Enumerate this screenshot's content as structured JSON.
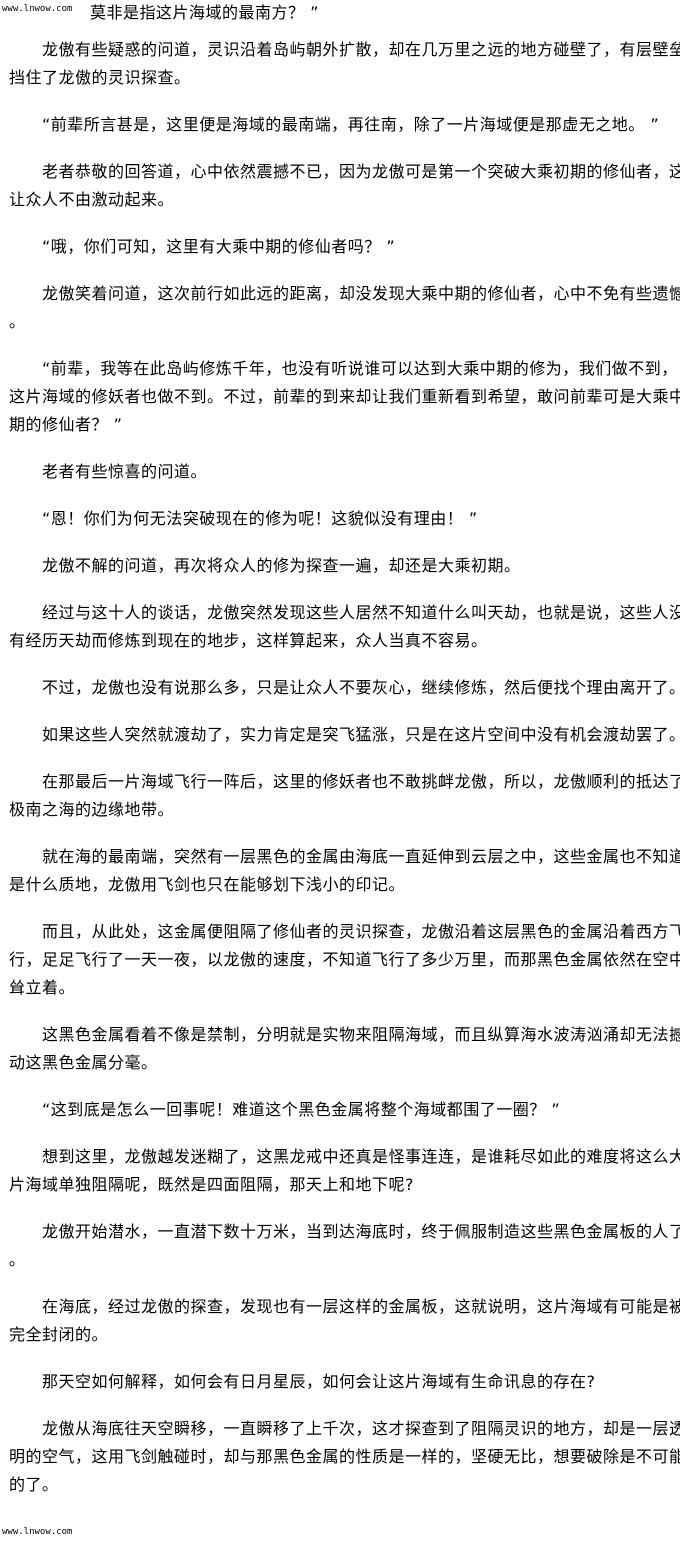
{
  "watermark": "www.lnwow.com",
  "top_line": "莫非是指这片海域的最南方？ ”",
  "paragraphs": [
    {
      "lines": [
        "龙傲有些疑惑的问道，灵识沿着岛屿朝外扩散，却在几万里之远的地方碰壁了，有层壁垒",
        "挡住了龙傲的灵识探查。"
      ]
    },
    {
      "lines": [
        "“前辈所言甚是，这里便是海域的最南端，再往南，除了一片海域便是那虚无之地。 ”"
      ]
    },
    {
      "lines": [
        "老者恭敬的回答道，心中依然震撼不已，因为龙傲可是第一个突破大乘初期的修仙者，这",
        "让众人不由激动起来。"
      ]
    },
    {
      "lines": [
        "“哦，你们可知，这里有大乘中期的修仙者吗？ ”"
      ]
    },
    {
      "lines": [
        "龙傲笑着问道，这次前行如此远的距离，却没发现大乘中期的修仙者，心中不免有些遗憾",
        "。"
      ]
    },
    {
      "lines": [
        "“前辈，我等在此岛屿修炼千年，也没有听说谁可以达到大乘中期的修为，我们做不到，",
        "这片海域的修妖者也做不到。不过，前辈的到来却让我们重新看到希望，敢问前辈可是大乘中",
        "期的修仙者？ ”"
      ]
    },
    {
      "lines": [
        "老者有些惊喜的问道。"
      ]
    },
    {
      "lines": [
        "“恩！你们为何无法突破现在的修为呢！这貌似没有理由！ ”"
      ]
    },
    {
      "lines": [
        "龙傲不解的问道，再次将众人的修为探查一遍，却还是大乘初期。"
      ]
    },
    {
      "lines": [
        "经过与这十人的谈话，龙傲突然发现这些人居然不知道什么叫天劫，也就是说，这些人没",
        "有经历天劫而修炼到现在的地步，这样算起来，众人当真不容易。"
      ]
    },
    {
      "lines": [
        "不过，龙傲也没有说那么多，只是让众人不要灰心，继续修炼，然后便找个理由离开了。"
      ]
    },
    {
      "lines": [
        "如果这些人突然就渡劫了，实力肯定是突飞猛涨，只是在这片空间中没有机会渡劫罢了。"
      ]
    },
    {
      "lines": [
        "在那最后一片海域飞行一阵后，这里的修妖者也不敢挑衅龙傲，所以，龙傲顺利的抵达了",
        "极南之海的边缘地带。"
      ]
    },
    {
      "lines": [
        "就在海的最南端，突然有一层黑色的金属由海底一直延伸到云层之中，这些金属也不知道",
        "是什么质地，龙傲用飞剑也只在能够划下浅小的印记。"
      ]
    },
    {
      "lines": [
        "而且，从此处，这金属便阻隔了修仙者的灵识探查，龙傲沿着这层黑色的金属沿着西方飞",
        "行，足足飞行了一天一夜，以龙傲的速度，不知道飞行了多少万里，而那黑色金属依然在空中",
        "耸立着。"
      ]
    },
    {
      "lines": [
        "这黑色金属看着不像是禁制，分明就是实物来阻隔海域，而且纵算海水波涛汹涌却无法撼",
        "动这黑色金属分毫。"
      ]
    },
    {
      "lines": [
        "“这到底是怎么一回事呢！难道这个黑色金属将整个海域都围了一圈？ ”"
      ]
    },
    {
      "lines": [
        "想到这里，龙傲越发迷糊了，这黑龙戒中还真是怪事连连，是谁耗尽如此的难度将这么大",
        "片海域单独阻隔呢，既然是四面阻隔，那天上和地下呢?"
      ]
    },
    {
      "lines": [
        "龙傲开始潜水，一直潜下数十万米，当到达海底时，终于佩服制造这些黑色金属板的人了",
        "。"
      ]
    },
    {
      "lines": [
        "在海底，经过龙傲的探查，发现也有一层这样的金属板，这就说明，这片海域有可能是被",
        "完全封闭的。"
      ]
    },
    {
      "lines": [
        "那天空如何解释，如何会有日月星辰，如何会让这片海域有生命讯息的存在?"
      ]
    },
    {
      "lines": [
        "龙傲从海底往天空瞬移，一直瞬移了上千次，这才探查到了阻隔灵识的地方，却是一层透",
        "明的空气，这用飞剑触碰时，却与那黑色金属的性质是一样的，坚硬无比，想要破除是不可能",
        "的了。"
      ]
    }
  ]
}
